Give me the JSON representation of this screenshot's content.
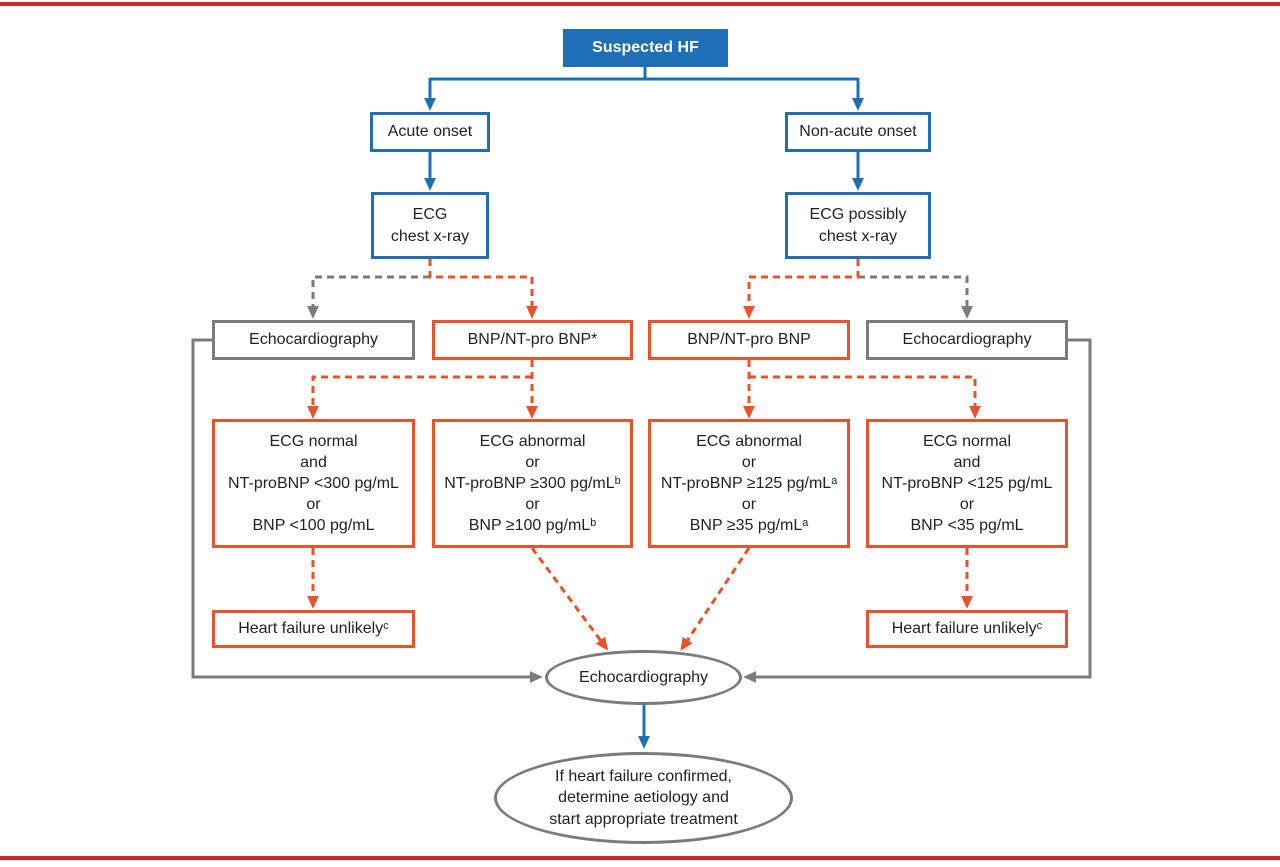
{
  "colors": {
    "blue": "#1e6fb5",
    "orange": "#e8532b",
    "gray": "#797b7e",
    "red": "#d4232b"
  },
  "flowchart": {
    "root": "Suspected HF",
    "onset": {
      "acute": "Acute onset",
      "non_acute": "Non-acute onset"
    },
    "tests": {
      "acute": [
        "ECG",
        "chest x-ray"
      ],
      "non_acute": [
        "ECG possibly",
        "chest x-ray"
      ]
    },
    "row3": {
      "echo_left": "Echocardiography",
      "bnp_acute": "BNP/NT-pro BNP*",
      "bnp_non_acute": "BNP/NT-pro BNP",
      "echo_right": "Echocardiography"
    },
    "criteria": {
      "acute_unlikely": [
        "ECG normal",
        "and",
        "NT-proBNP <300 pg/mL",
        "or",
        "BNP <100 pg/mL"
      ],
      "acute_likely": [
        "ECG abnormal",
        "or",
        "NT-proBNP ≥300 pg/mLᵇ",
        "or",
        "BNP ≥100 pg/mLᵇ"
      ],
      "non_acute_likely": [
        "ECG abnormal",
        "or",
        "NT-proBNP ≥125 pg/mLᵃ",
        "or",
        "BNP ≥35 pg/mLᵃ"
      ],
      "non_acute_unlikely": [
        "ECG normal",
        "and",
        "NT-proBNP <125 pg/mL",
        "or",
        "BNP <35 pg/mL"
      ]
    },
    "unlikely": {
      "left": "Heart failure unlikelyᶜ",
      "right": "Heart failure unlikelyᶜ"
    },
    "echo_final": "Echocardiography",
    "outcome": [
      "If heart failure confirmed,",
      "determine aetiology and",
      "start appropriate treatment"
    ]
  }
}
